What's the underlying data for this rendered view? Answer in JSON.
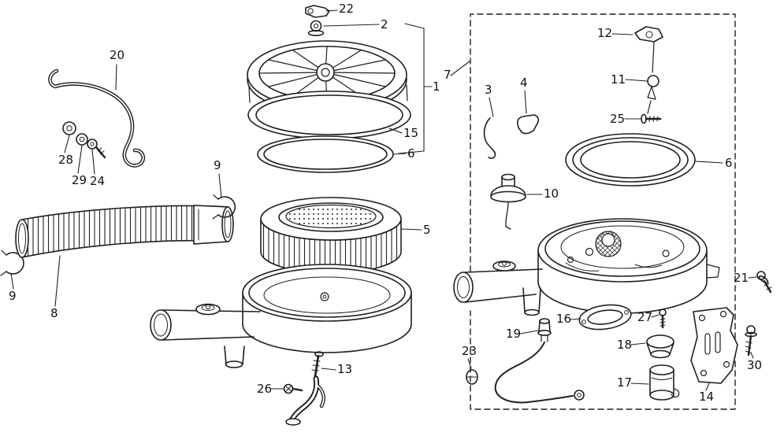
{
  "figure": {
    "kind": "exploded-parts-diagram",
    "subject": "air-cleaner-assembly",
    "background_color": "#ffffff",
    "line_color": "#1f1f1f"
  },
  "callouts": [
    {
      "label": "22"
    },
    {
      "label": "2"
    },
    {
      "label": "20"
    },
    {
      "label": "28"
    },
    {
      "label": "29"
    },
    {
      "label": "24"
    },
    {
      "label": "9"
    },
    {
      "label": "15"
    },
    {
      "label": "6"
    },
    {
      "label": "7"
    },
    {
      "label": "1"
    },
    {
      "label": "5"
    },
    {
      "label": "9"
    },
    {
      "label": "8"
    },
    {
      "label": "3"
    },
    {
      "label": "4"
    },
    {
      "label": "12"
    },
    {
      "label": "11"
    },
    {
      "label": "25"
    },
    {
      "label": "6"
    },
    {
      "label": "10"
    },
    {
      "label": "21"
    },
    {
      "label": "16"
    },
    {
      "label": "27"
    },
    {
      "label": "18"
    },
    {
      "label": "19"
    },
    {
      "label": "23"
    },
    {
      "label": "17"
    },
    {
      "label": "14"
    },
    {
      "label": "30"
    },
    {
      "label": "26"
    },
    {
      "label": "13"
    }
  ]
}
